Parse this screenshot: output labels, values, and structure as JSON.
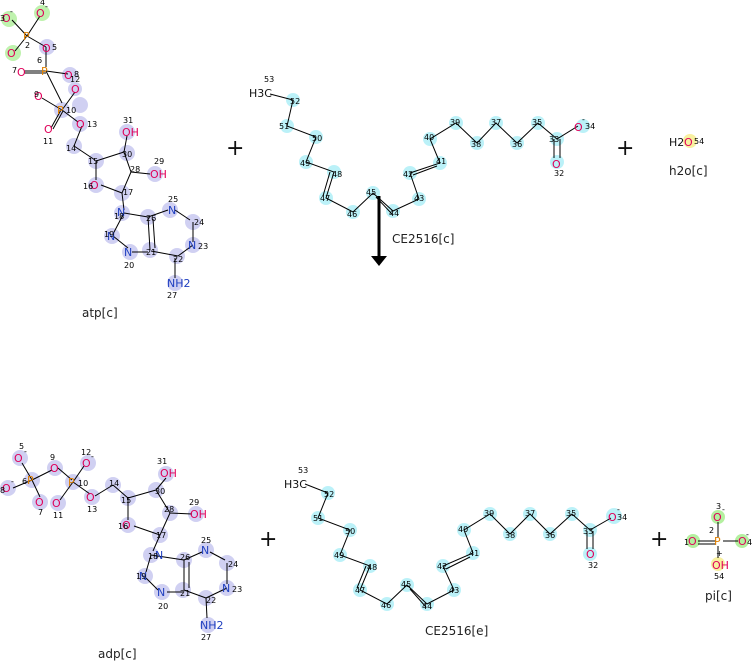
{
  "reaction": {
    "reactants": [
      {
        "id": "atp",
        "label": "atp[c]"
      },
      {
        "id": "fa_c",
        "label": "CE2516[c]"
      },
      {
        "id": "h2o",
        "label": "h2o[c]"
      }
    ],
    "products": [
      {
        "id": "adp",
        "label": "adp[c]"
      },
      {
        "id": "fa_e",
        "label": "CE2516[e]"
      },
      {
        "id": "pi",
        "label": "pi[c]"
      }
    ],
    "plus_symbol": "+"
  },
  "colors": {
    "highlight_blue": "#c8c8f0",
    "highlight_cyan": "#b4f0f8",
    "highlight_green": "#b4f0a0",
    "highlight_yellow": "#f8f0a0",
    "oxygen": "#e0005a",
    "phosphorus": "#e08000",
    "nitrogen": "#2040c0"
  },
  "atom_text": {
    "h3c": "H3C",
    "o": "O",
    "oh": "OH",
    "nh2": "NH2",
    "n": "N",
    "p": "P",
    "h2o": "H2O",
    "minus": "-"
  }
}
